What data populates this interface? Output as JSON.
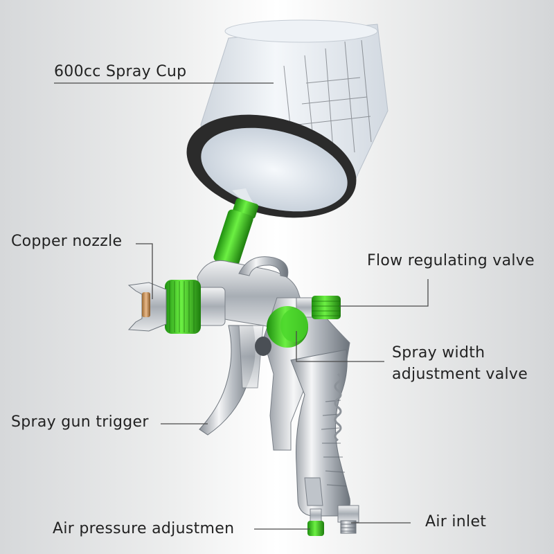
{
  "labels": {
    "spray_cup": "600cc Spray Cup",
    "copper_nozzle": "Copper nozzle",
    "flow_valve": "Flow regulating valve",
    "spray_width_line1": "Spray width",
    "spray_width_line2": "adjustment valve",
    "trigger": "Spray gun trigger",
    "air_pressure": "Air pressure adjustmen",
    "air_inlet": "Air inlet"
  },
  "colors": {
    "accent_green": "#3fcf1e",
    "chrome": "#c9cdd2",
    "cup_rim": "#2b2b2b",
    "cup_body": "#e3e8ee",
    "nozzle_copper": "#c8955a"
  }
}
